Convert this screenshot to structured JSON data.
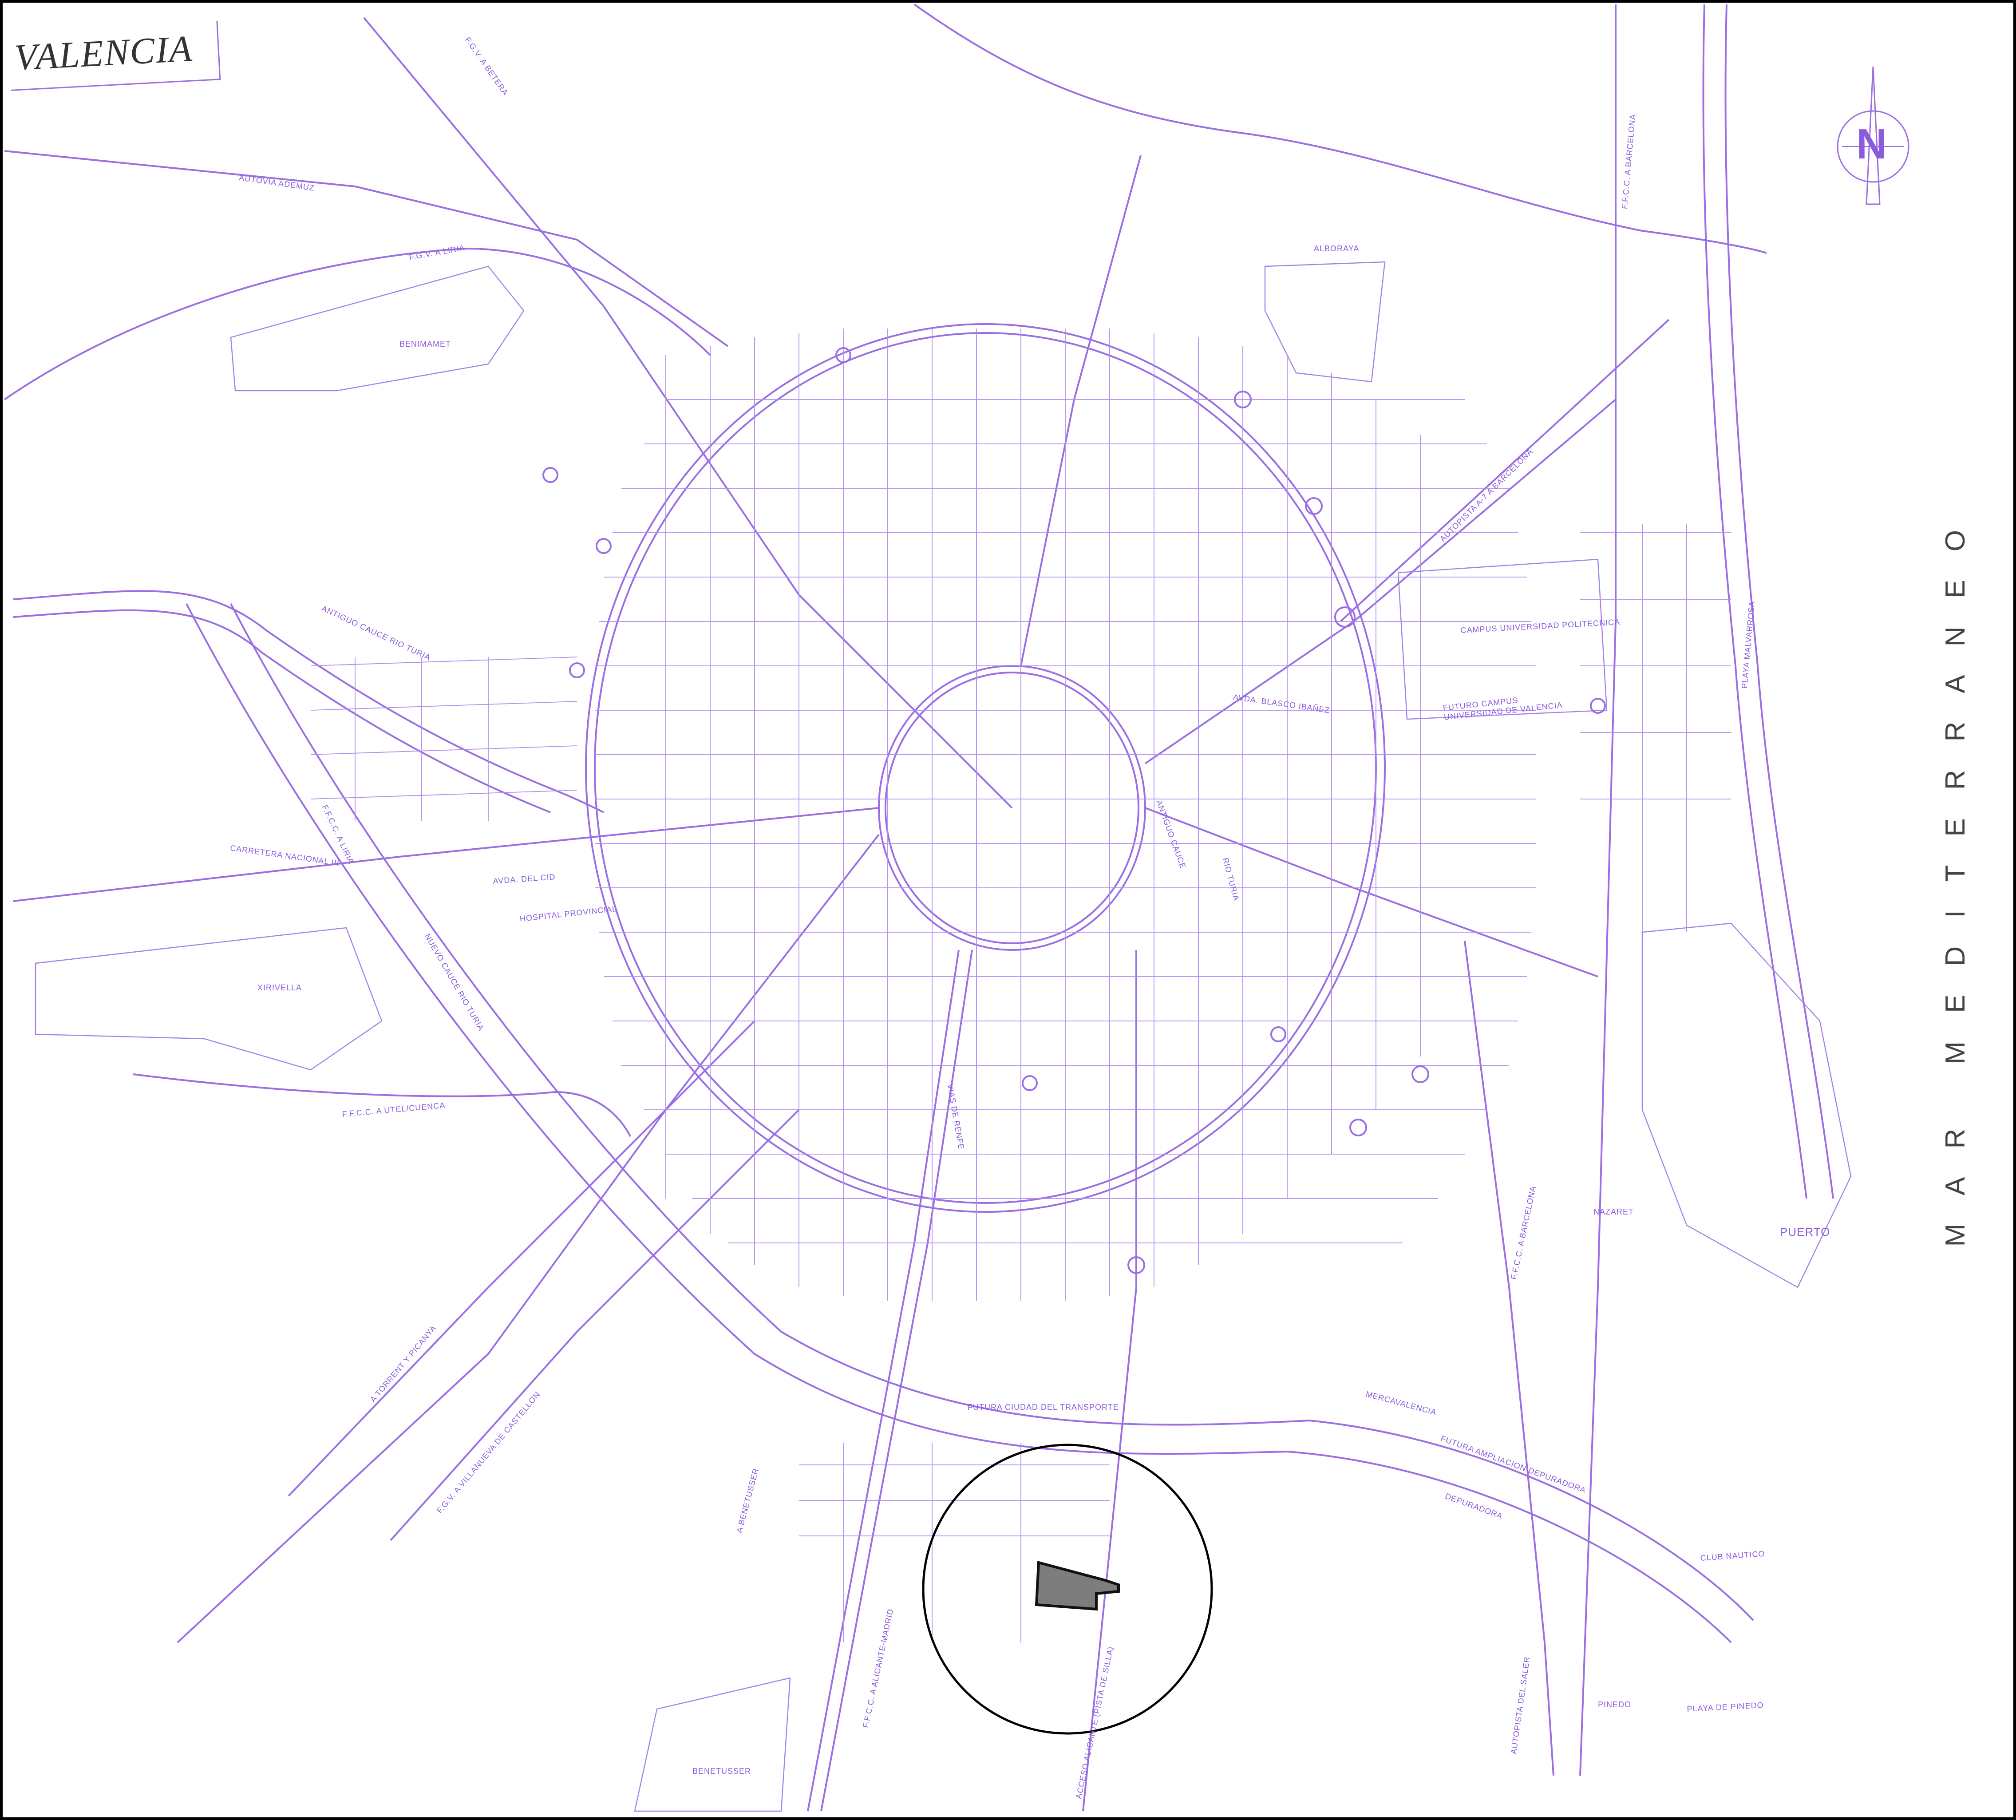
{
  "title": "VALENCIA",
  "north": "N",
  "sea_label": "MAR MEDITERRANEO",
  "labels": {
    "autovia_ademuz": "AUTOVIA ADEMUZ",
    "fgv_betera": "F.G.V. A BETERA",
    "fgv_liria": "F.G.V. A LIRIA",
    "benimamet": "BENIMAMET",
    "antiguo_cauce": "ANTIGUO CAUCE RIO TURIA",
    "ffcc_liria": "F.F.C.C. A LIRIA",
    "carretera_nacional": "CARRETERA NACIONAL III",
    "avda_cid": "AVDA. DEL CID",
    "hospital": "HOSPITAL PROVINCIAL",
    "xirivella": "XIRIVELLA",
    "nuevo_cauce": "NUEVO CAUCE RIO TURIA",
    "ffcc_utiel": "F.F.C.C. A UTEL/CUENCA",
    "torrent": "A TORRENT Y PICANYA",
    "fgv_villanueva": "F.G.V. A VILLANUEVA DE CASTELLON",
    "benetusser_road": "A BENETUSSER",
    "benetusser": "BENETUSSER",
    "ffcc_alicante": "F.F.C.C. A ALICANTE-MADRID",
    "acceso_pista": "ACCESO ALICANTE (PISTA DE SILLA)",
    "futura_ciudad": "FUTURA CIUDAD DEL TRANSPORTE",
    "mercavalencia": "MERCAVALENCIA",
    "ampliacion": "FUTURA AMPLIACION DEPURADORA",
    "depuradora": "DEPURADORA",
    "autopista_saler": "AUTOPISTA DEL SALER",
    "pinedo": "PINEDO",
    "playa_pinedo": "PLAYA DE PINEDO",
    "club_nautico": "CLUB NAUTICO",
    "puerto": "PUERTO",
    "nazaret": "NAZARET",
    "ffcc_barcelona_s": "F.F.C.C. A BARCELONA",
    "ffcc_barcelona_n": "F.F.C.C. A BARCELONA",
    "alboraya": "ALBORAYA",
    "autopista_a7": "AUTOPISTA A-7 A BARCELONA",
    "campus_politecnica": "CAMPUS UNIVERSIDAD POLITECNICA",
    "futuro_campus": "FUTURO CAMPUS UNIVERSIDAD DE VALENCIA",
    "playa_malvarrosa": "PLAYA MALVARROSA",
    "antiguo_cauce_2": "ANTIGUO CAUCE",
    "rio_turia": "RIO TURIA",
    "avda_peset": "AVDA. BLASCO IBAÑEZ",
    "vias_renfe": "VIAS DE RENFE"
  },
  "colors": {
    "streets": "#a680e8",
    "labels": "#8a5cdc",
    "highlight_site": "#7d7d7d",
    "locator_circle": "#000000"
  }
}
